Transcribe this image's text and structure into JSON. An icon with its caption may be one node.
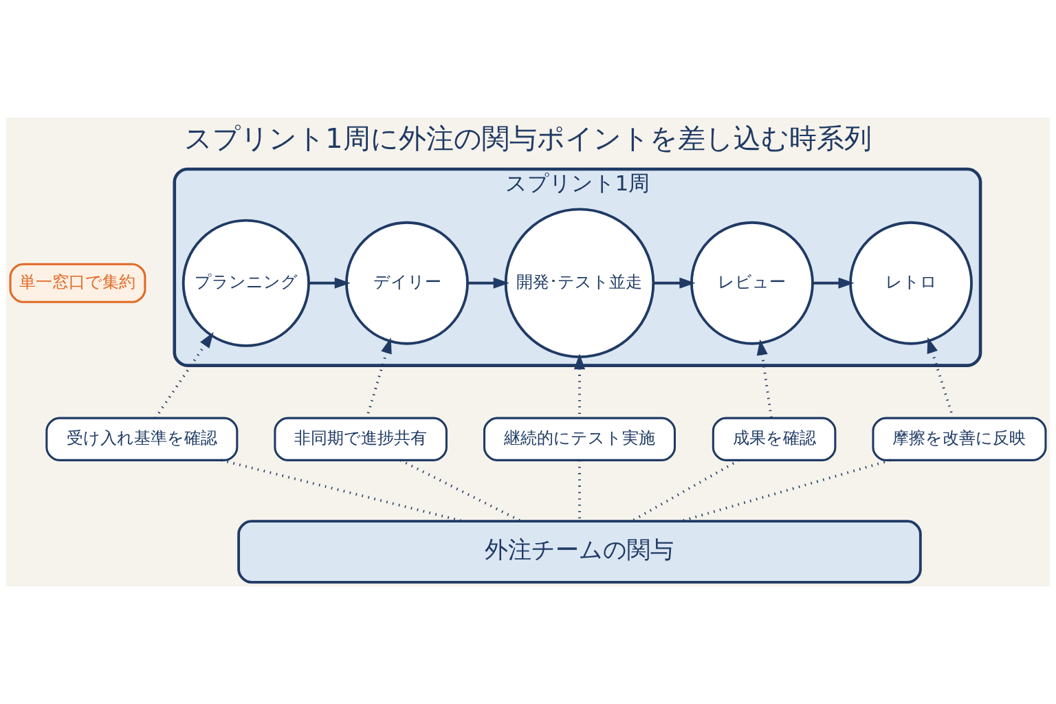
{
  "diagram": {
    "title": "スプリント1周に外注の関与ポイントを差し込む時系列",
    "nodes": [
      {
        "text": [
          "単一窓口で集約"
        ]
      },
      {
        "text": [
          "スプリント1周"
        ]
      },
      {
        "text": [
          "プランニング"
        ],
        "in": 1
      },
      {
        "text": [
          "デイリー"
        ],
        "in": 1
      },
      {
        "text": [
          "開発･テスト並走"
        ],
        "in": 1
      },
      {
        "text": [
          "レビュー"
        ],
        "in": 1
      },
      {
        "text": [
          "レトロ"
        ],
        "in": 1
      },
      {
        "text": [
          "受け入れ基準を確認"
        ]
      },
      {
        "text": [
          "非同期で進捗共有"
        ]
      },
      {
        "text": [
          "継続的にテスト実施"
        ]
      },
      {
        "text": [
          "成果を確認"
        ]
      },
      {
        "text": [
          "摩擦を改善に反映"
        ]
      },
      {
        "text": [
          "外注チームの関与"
        ]
      }
    ],
    "edges": [
      {
        "from": 2,
        "to": 3,
        "arrow": "to"
      },
      {
        "from": 3,
        "to": 4,
        "arrow": "to"
      },
      {
        "from": 4,
        "to": 5,
        "arrow": "to"
      },
      {
        "from": 5,
        "to": 6,
        "arrow": "to"
      },
      {
        "from": 7,
        "to": 2,
        "arrow": "to",
        "style": "dashed"
      },
      {
        "from": 8,
        "to": 3,
        "arrow": "to",
        "style": "dashed"
      },
      {
        "from": 9,
        "to": 4,
        "arrow": "to",
        "style": "dashed"
      },
      {
        "from": 10,
        "to": 5,
        "arrow": "to",
        "style": "dashed"
      },
      {
        "from": 11,
        "to": 6,
        "arrow": "to",
        "style": "dashed"
      },
      {
        "from": 12,
        "to": 7,
        "arrow": "none",
        "style": "dashed"
      },
      {
        "from": 12,
        "to": 8,
        "arrow": "none",
        "style": "dashed"
      },
      {
        "from": 12,
        "to": 9,
        "arrow": "none",
        "style": "dashed"
      },
      {
        "from": 12,
        "to": 10,
        "arrow": "none",
        "style": "dashed"
      },
      {
        "from": 12,
        "to": 11,
        "arrow": "none",
        "style": "dashed"
      }
    ]
  }
}
